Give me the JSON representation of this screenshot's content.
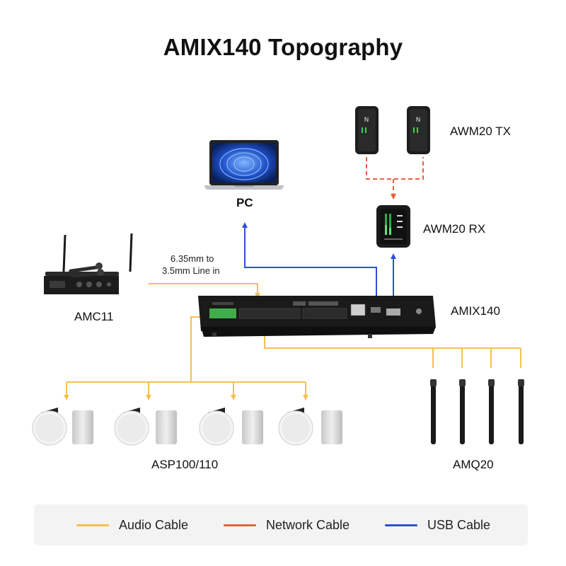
{
  "title": "AMIX140 Topography",
  "devices": {
    "pc": "PC",
    "awm20_tx": "AWM20 TX",
    "awm20_rx": "AWM20 RX",
    "amc11": "AMC11",
    "amix140": "AMIX140",
    "asp": "ASP100/110",
    "amq20": "AMQ20"
  },
  "annotation": {
    "line1": "6.35mm to",
    "line2": "3.5mm Line in"
  },
  "legend": [
    {
      "label": "Audio Cable",
      "color": "#f5c04e"
    },
    {
      "label": "Network Cable",
      "color": "#e2643c"
    },
    {
      "label": "USB Cable",
      "color": "#2f4fd6"
    }
  ],
  "colors": {
    "audio": "#f5c04e",
    "network": "#e2643c",
    "usb": "#2f4fd6"
  }
}
